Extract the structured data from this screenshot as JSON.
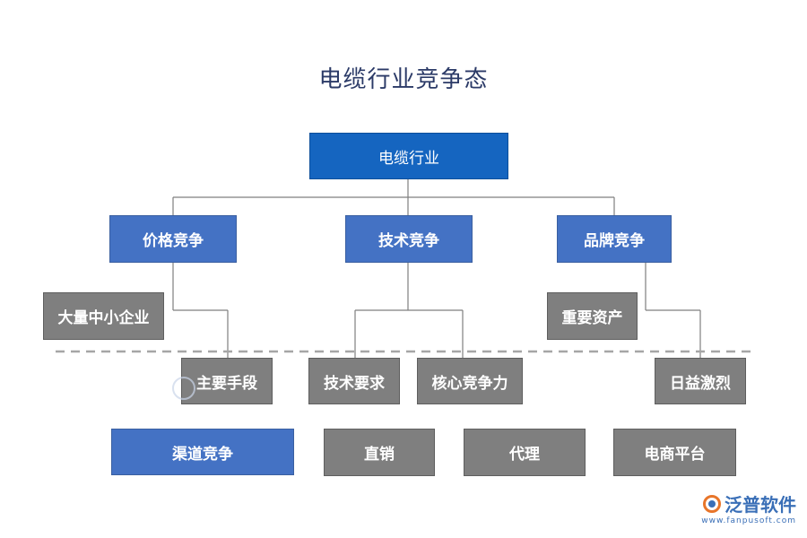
{
  "title": "电缆行业竞争态",
  "root": "电缆行业",
  "level1": [
    "价格竞争",
    "技术竞争",
    "品牌竞争"
  ],
  "price_children": [
    "大量中小企业",
    "主要手段"
  ],
  "tech_children": [
    "技术要求",
    "核心竞争力"
  ],
  "brand_children": [
    "重要资产",
    "日益激烈"
  ],
  "channel": {
    "label": "渠道竞争",
    "children": [
      "直销",
      "代理",
      "电商平台"
    ]
  },
  "logo": {
    "name": "泛普软件",
    "url": "www.fanpusoft.com"
  },
  "colors": {
    "root": "#1565c0",
    "level1": "#4472c4",
    "leaf": "#7f7f7f",
    "connector": "#7f7f7f",
    "divider": "#a6a6a6"
  }
}
